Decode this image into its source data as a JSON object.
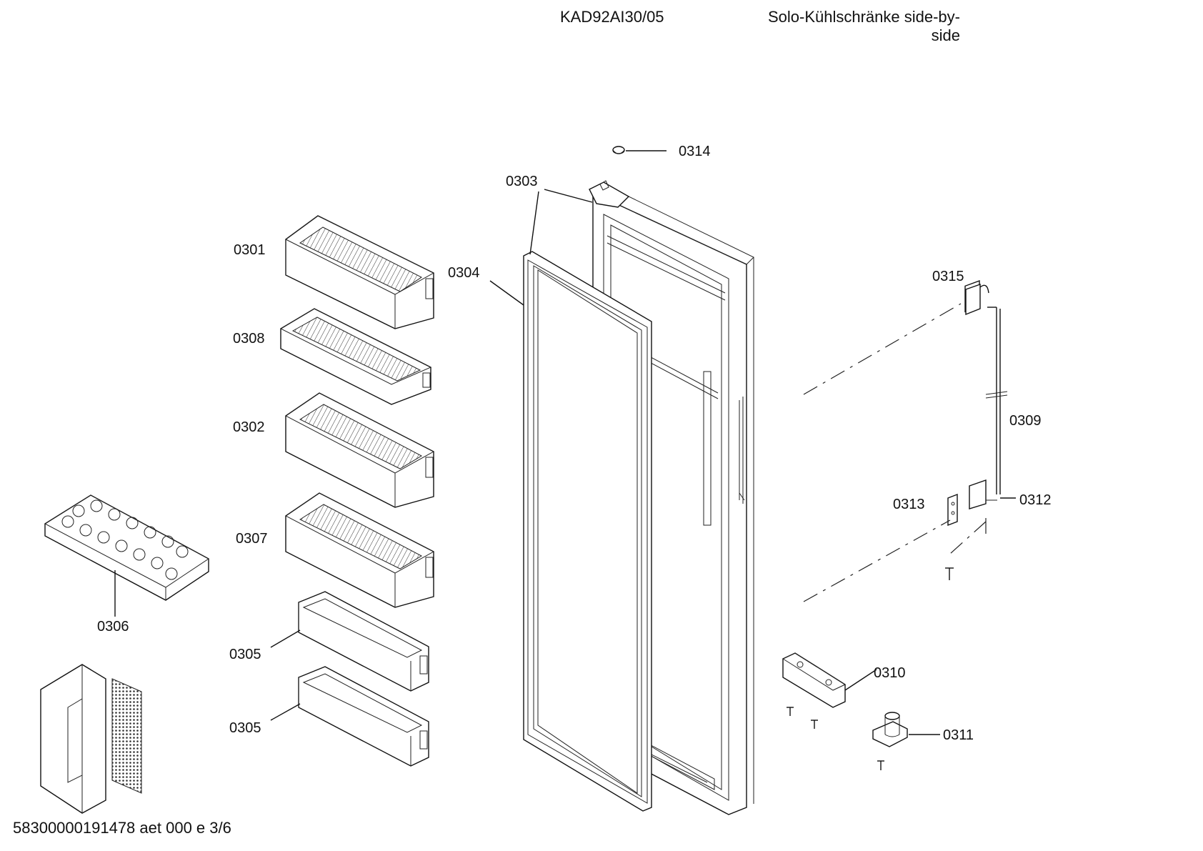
{
  "header": {
    "model": "KAD92AI30/05",
    "description": "Solo-Kühlschränke side-by-side"
  },
  "footer": {
    "code": "58300000191478 aet 000 e 3/6"
  },
  "parts": {
    "p0301": "0301",
    "p0302": "0302",
    "p0303": "0303",
    "p0304": "0304",
    "p0305a": "0305",
    "p0305b": "0305",
    "p0306": "0306",
    "p0307": "0307",
    "p0308": "0308",
    "p0309": "0309",
    "p0310": "0310",
    "p0311": "0311",
    "p0312": "0312",
    "p0313": "0313",
    "p0314": "0314",
    "p0315": "0315"
  }
}
